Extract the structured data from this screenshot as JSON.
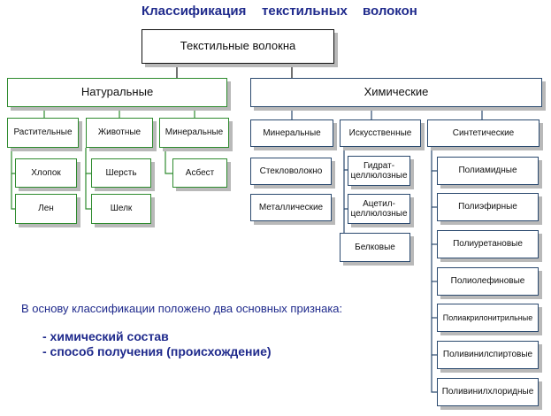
{
  "title": {
    "word1": "Классификация",
    "word2": "текстильных",
    "word3": "волокон"
  },
  "root": "Текстильные волокна",
  "natural": {
    "label": "Натуральные",
    "plant": {
      "label": "Растительные",
      "items": [
        "Хлопок",
        "Лен"
      ]
    },
    "animal": {
      "label": "Животные",
      "items": [
        "Шерсть",
        "Шелк"
      ]
    },
    "mineral": {
      "label": "Минеральные",
      "items": [
        "Асбест"
      ]
    }
  },
  "chemical": {
    "label": "Химические",
    "mineral": {
      "label": "Минеральные",
      "items": [
        "Стекловолокно",
        "Металлические"
      ]
    },
    "artificial": {
      "label": "Искусственные",
      "items": [
        "Гидрат-\nцеллюлозные",
        "Ацетил-\nцеллюлозные",
        "Белковые"
      ]
    },
    "synthetic": {
      "label": "Синтетические",
      "items": [
        "Полиамидные",
        "Полиэфирные",
        "Полиуретановые",
        "Полиолефиновые",
        "Полиакрилонитрильные",
        "Поливинилспиртовые",
        "Поливинилхлоридные"
      ]
    }
  },
  "note": {
    "heading": "В основу классификации положено два основных признака:",
    "point1": "- химический состав",
    "point2": "- способ получения (происхождение)"
  },
  "colors": {
    "natural_border": "#2e8b2e",
    "chemical_border": "#2b4a6f",
    "title_text": "#1f2a8c"
  }
}
